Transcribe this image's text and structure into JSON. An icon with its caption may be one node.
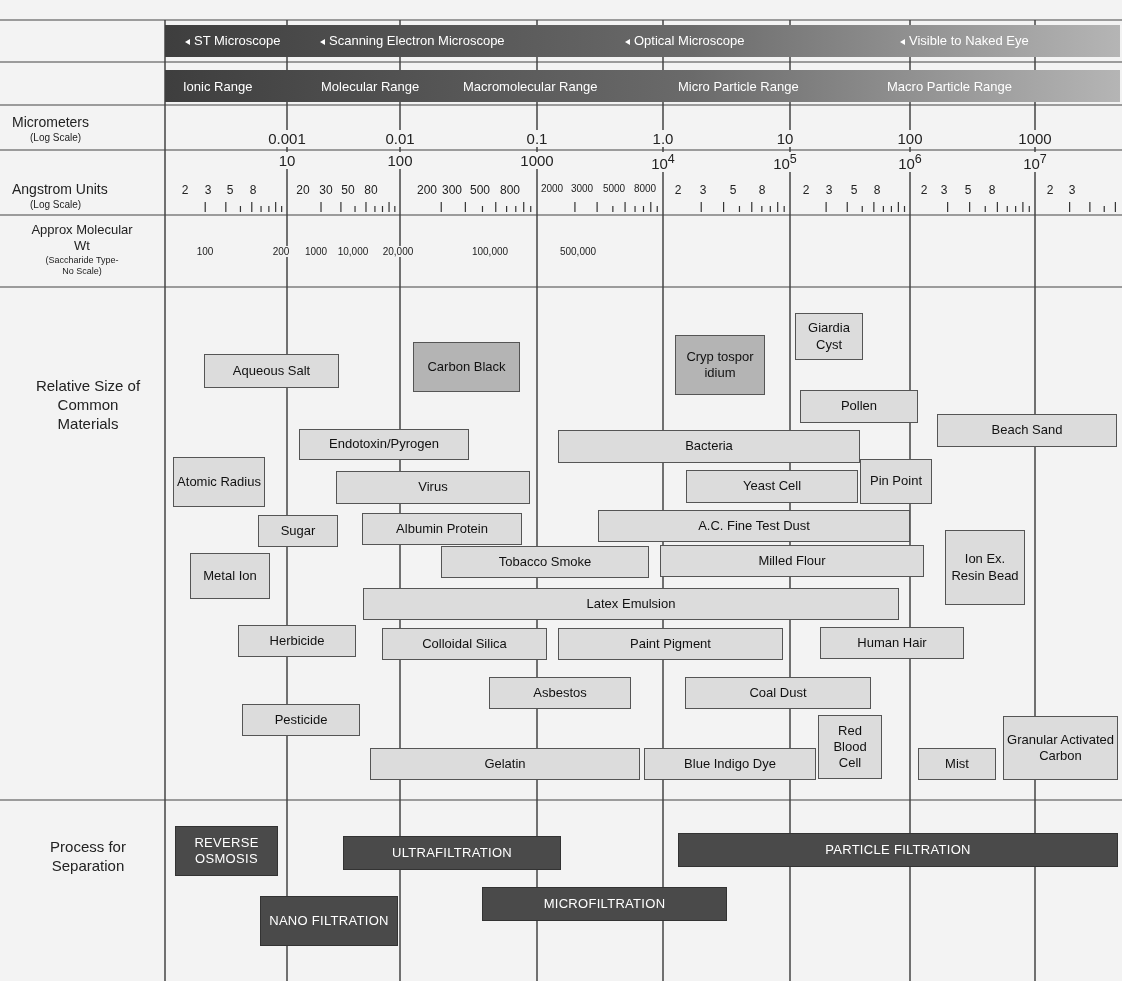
{
  "diagram": {
    "nodes": [
      {
        "text": [
          "Aqueous Salt"
        ]
      },
      {
        "text": [
          "Carbon Black"
        ]
      },
      {
        "text": [
          "Cryp tospor idium"
        ]
      },
      {
        "text": [
          "Giardia Cyst"
        ]
      },
      {
        "text": [
          "Pollen"
        ]
      },
      {
        "text": [
          "Beach Sand"
        ]
      },
      {
        "text": [
          "Endotoxin/Pyrogen"
        ]
      },
      {
        "text": [
          "Bacteria"
        ]
      },
      {
        "text": [
          "Atomic Radius"
        ]
      },
      {
        "text": [
          "Virus"
        ]
      },
      {
        "text": [
          "Yeast Cell"
        ]
      },
      {
        "text": [
          "Pin Point"
        ]
      },
      {
        "text": [
          "Sugar"
        ]
      },
      {
        "text": [
          "Albumin Protein"
        ]
      },
      {
        "text": [
          "A.C. Fine Test Dust"
        ]
      },
      {
        "text": [
          "Metal Ion"
        ]
      },
      {
        "text": [
          "Tobacco Smoke"
        ]
      },
      {
        "text": [
          "Milled Flour"
        ]
      },
      {
        "text": [
          "Ion Ex. Resin Bead"
        ]
      },
      {
        "text": [
          "Latex Emulsion"
        ]
      },
      {
        "text": [
          "Herbicide"
        ]
      },
      {
        "text": [
          "Colloidal Silica"
        ]
      },
      {
        "text": [
          "Paint Pigment"
        ]
      },
      {
        "text": [
          "Human Hair"
        ]
      },
      {
        "text": [
          "Asbestos"
        ]
      },
      {
        "text": [
          "Coal Dust"
        ]
      },
      {
        "text": [
          "Pesticide"
        ]
      },
      {
        "text": [
          "Red Blood Cell"
        ]
      },
      {
        "text": [
          "Gelatin"
        ]
      },
      {
        "text": [
          "Blue Indigo Dye"
        ]
      },
      {
        "text": [
          "Mist"
        ]
      },
      {
        "text": [
          "Granular Activated Carbon"
        ]
      },
      {
        "text": [
          "REVERSE OSMOSIS"
        ]
      },
      {
        "text": [
          "ULTRAFILTRATION"
        ]
      },
      {
        "text": [
          "PARTICLE FILTRATION"
        ]
      },
      {
        "text": [
          "NANO FILTRATION"
        ]
      },
      {
        "text": [
          "MICROFILTRATION"
        ]
      }
    ],
    "edges": [],
    "labels": [
      "ST Microscope",
      "Scanning Electron Microscope",
      "Optical Microscope",
      "Visible to Naked Eye",
      "Ionic Range",
      "Molecular Range",
      "Macromolecular Range",
      "Micro Particle Range",
      "Macro Particle Range",
      "Micrometers",
      "(Log Scale)",
      "0.001",
      "0.01",
      "0.1",
      "1.0",
      "10",
      "100",
      "1000",
      "10",
      "100",
      "1000",
      "10$^{4}$",
      "10$^{5}$",
      "10$^{6}$",
      "10$^{7}$",
      "Angstrom Units",
      "(Log Scale)",
      "2",
      "3",
      "5",
      "8",
      "20",
      "30",
      "50",
      "80",
      "200",
      "300",
      "500",
      "800",
      "2000",
      "3000",
      "5000",
      "8000",
      "2",
      "3",
      "5",
      "8",
      "2",
      "3",
      "5",
      "8",
      "2",
      "3",
      "5",
      "8",
      "2",
      "3",
      "Approx Molecular Wt",
      "(Saccharide Type-No Scale)",
      "100",
      "200",
      "1000",
      "10,000",
      "20,000",
      "100,000",
      "500,000",
      "Relative Size of Common Materials",
      "Process for Separation"
    ]
  }
}
